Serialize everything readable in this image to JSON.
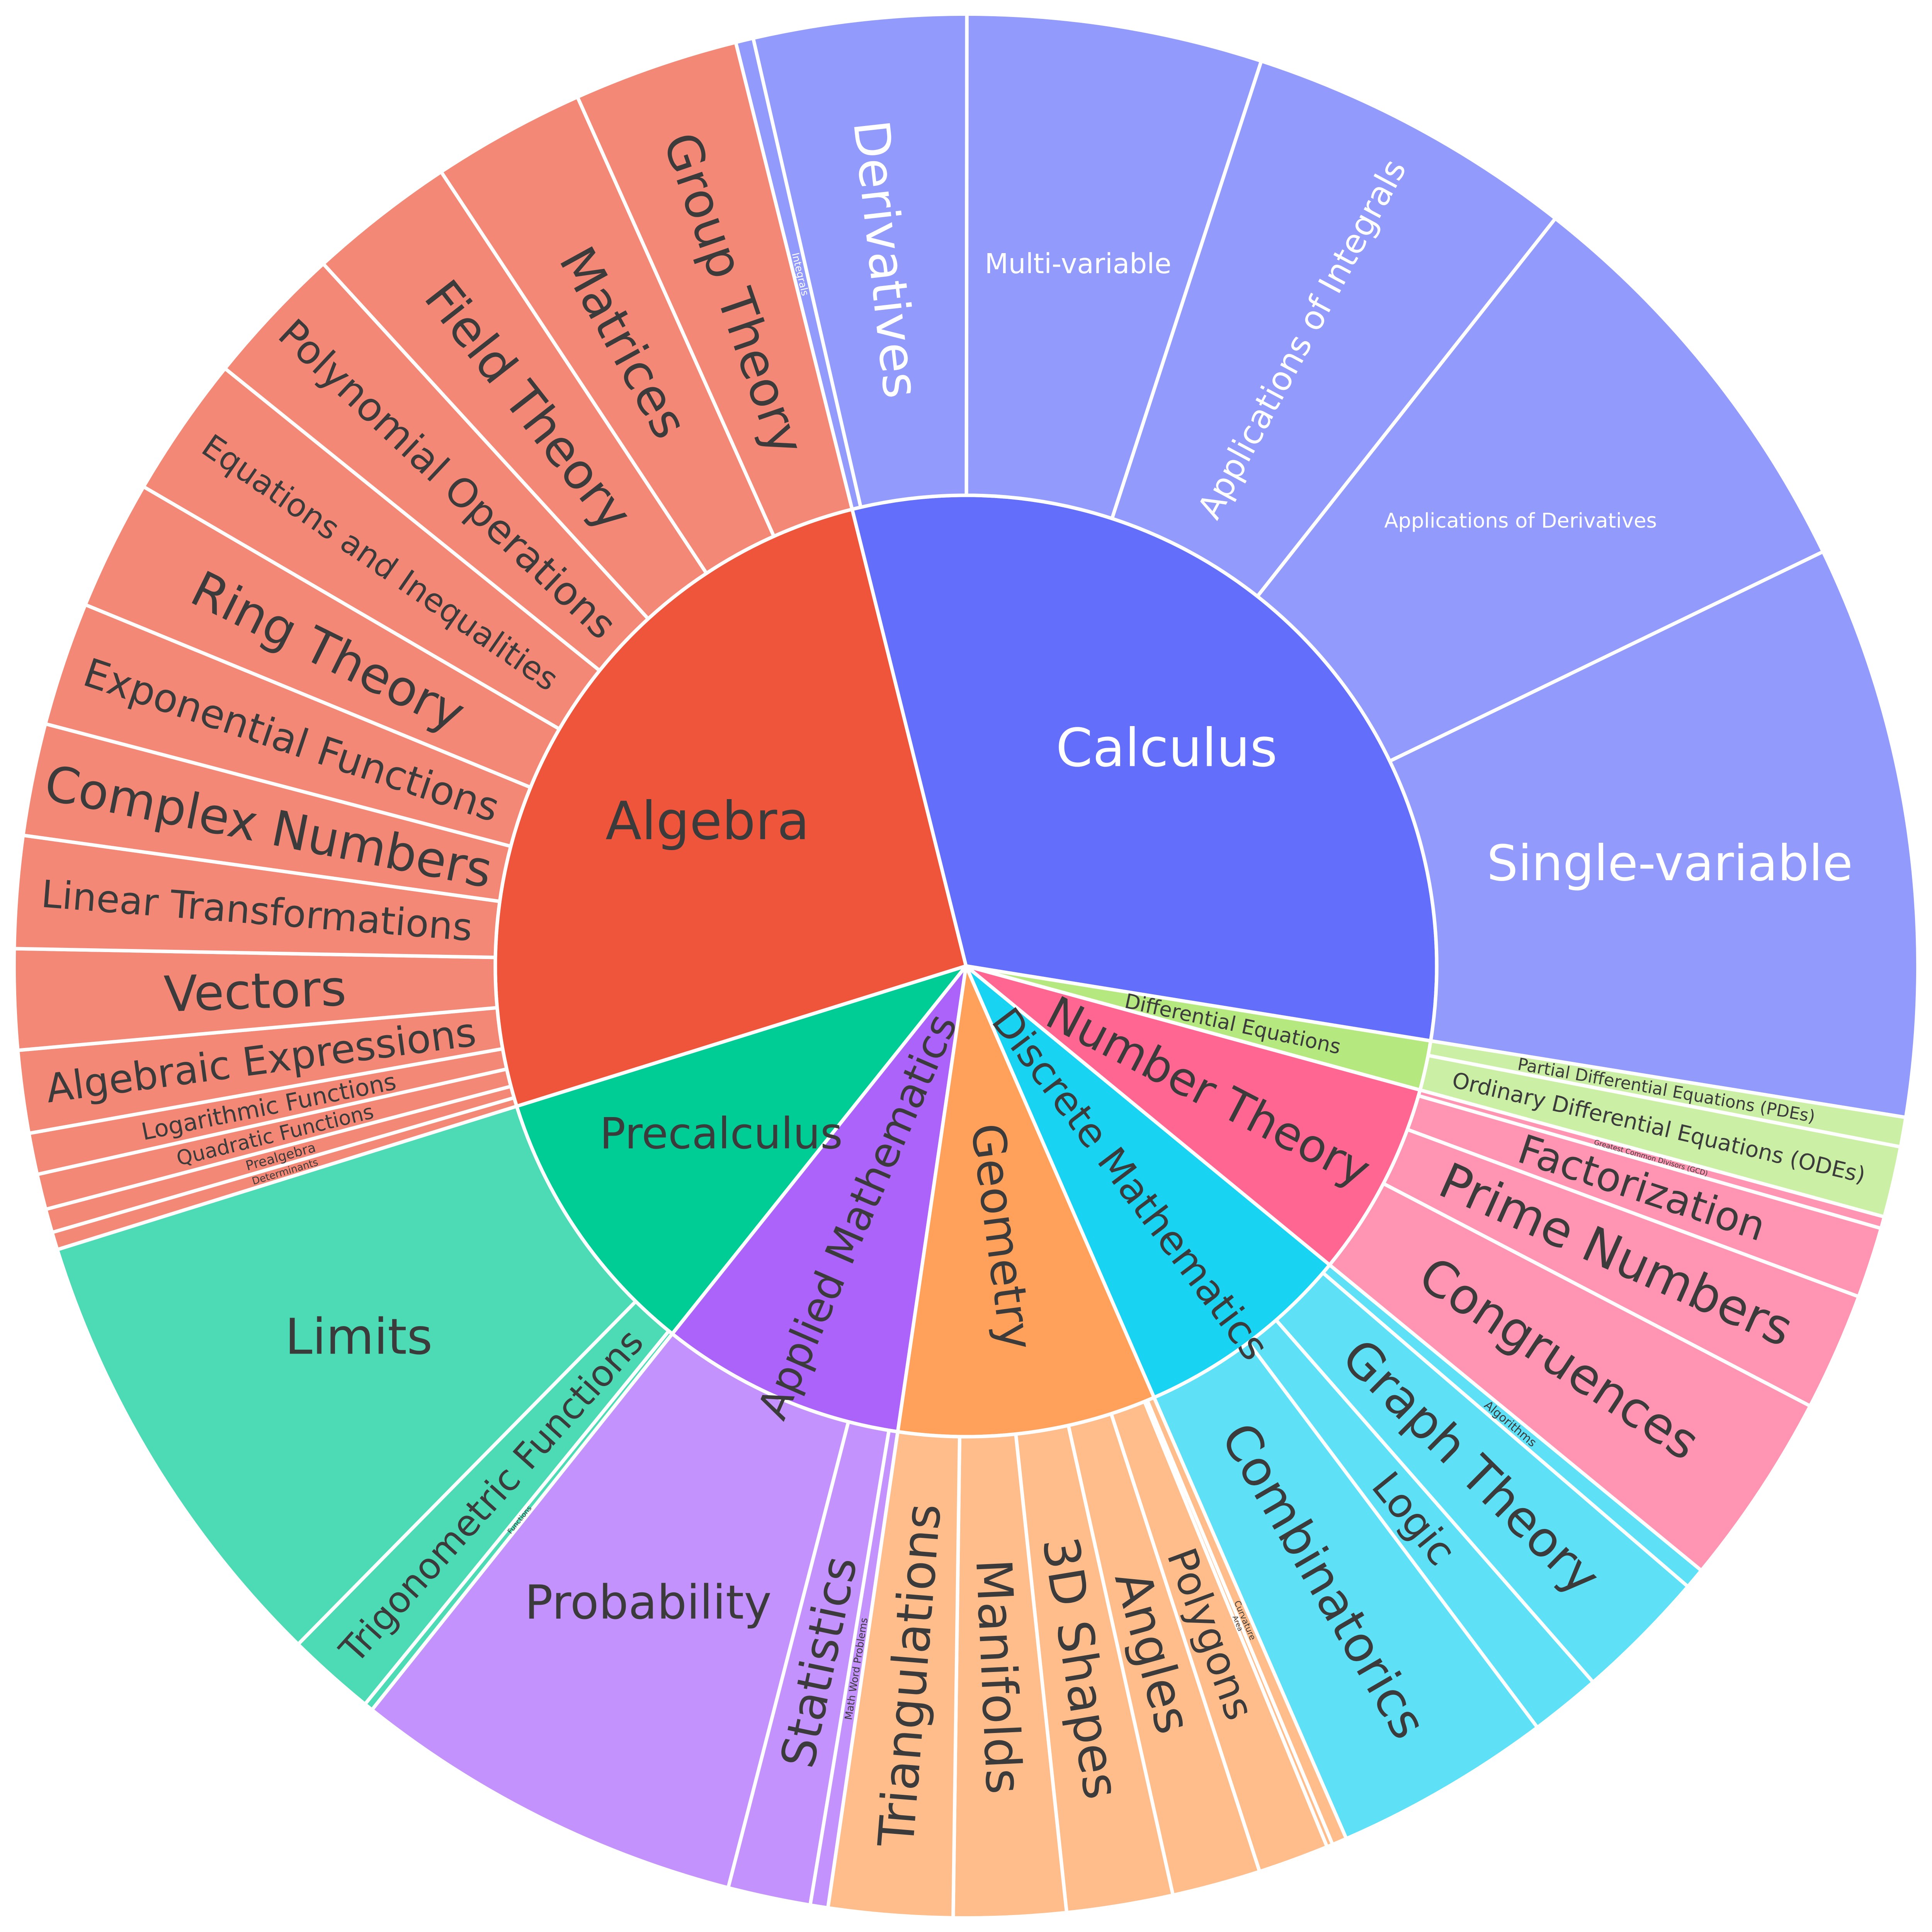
{
  "chart_data": {
    "type": "sunburst",
    "title": "",
    "value_unit": "percent_share",
    "direction": "clockwise",
    "start_angle_deg": -14,
    "background": "#ffffff",
    "divider_color": "#ffffff",
    "rings": [
      "topic",
      "subtopic"
    ],
    "segments": [
      {
        "label": "Calculus",
        "color": "#636EFA",
        "text_color": "#ffffff",
        "children": [
          {
            "label": "Integrals",
            "value": 0.3
          },
          {
            "label": "Derivatives",
            "value": 3.6
          },
          {
            "label": "Multi-variable",
            "value": 5.0
          },
          {
            "label": "Applications of Integrals",
            "value": 5.6
          },
          {
            "label": "Applications of Derivatives",
            "value": 7.2
          },
          {
            "label": "Single-variable",
            "value": 9.7
          }
        ]
      },
      {
        "label": "Differential Equations",
        "color": "#B6E880",
        "text_color": "#3b3b3b",
        "children": [
          {
            "label": "Partial Differential Equations (PDEs)",
            "value": 0.5
          },
          {
            "label": "Ordinary Differential Equations (ODEs)",
            "value": 1.2
          }
        ]
      },
      {
        "label": "Number Theory",
        "color": "#FF6692",
        "text_color": "#3b3b3b",
        "children": [
          {
            "label": "Greatest Common Divisors (GCD)",
            "value": 0.2
          },
          {
            "label": "Factorization",
            "value": 1.2
          },
          {
            "label": "Prime Numbers",
            "value": 2.0
          },
          {
            "label": "Congruences",
            "value": 3.3
          }
        ]
      },
      {
        "label": "Discrete Mathematics",
        "color": "#19D3F3",
        "text_color": "#3b3b3b",
        "children": [
          {
            "label": "Algorithms",
            "value": 0.35
          },
          {
            "label": "Graph Theory",
            "value": 2.25
          },
          {
            "label": "Logic",
            "value": 1.2
          },
          {
            "label": "Combinatorics",
            "value": 3.7
          }
        ]
      },
      {
        "label": "Geometry",
        "color": "#FFA15A",
        "text_color": "#3b3b3b",
        "children": [
          {
            "label": "Curvature",
            "value": 0.25
          },
          {
            "label": "Area",
            "value": 0.1
          },
          {
            "label": "Polygons",
            "value": 1.2
          },
          {
            "label": "Angles",
            "value": 1.5
          },
          {
            "label": "3D Shapes",
            "value": 1.8
          },
          {
            "label": "Manifolds",
            "value": 1.9
          },
          {
            "label": "Triangulations",
            "value": 2.1
          }
        ]
      },
      {
        "label": "Applied Mathematics",
        "color": "#AB63FA",
        "text_color": "#3b3b3b",
        "children": [
          {
            "label": "Math Word Problems",
            "value": 0.3
          },
          {
            "label": "Statistics",
            "value": 1.4
          },
          {
            "label": "Probability",
            "value": 6.7
          }
        ]
      },
      {
        "label": "Precalculus",
        "color": "#00CC96",
        "text_color": "#3b3b3b",
        "children": [
          {
            "label": "Functions",
            "value": 0.15
          },
          {
            "label": "Trigonometric Functions",
            "value": 1.5
          },
          {
            "label": "Limits",
            "value": 7.8
          }
        ]
      },
      {
        "label": "Algebra",
        "color": "#EF553B",
        "text_color": "#3b3b3b",
        "children": [
          {
            "label": "Determinants",
            "value": 0.3
          },
          {
            "label": "Prealgebra",
            "value": 0.4
          },
          {
            "label": "Quadratic Functions",
            "value": 0.6
          },
          {
            "label": "Logarithmic Functions",
            "value": 0.7
          },
          {
            "label": "Algebraic Expressions",
            "value": 1.4
          },
          {
            "label": "Vectors",
            "value": 1.7
          },
          {
            "label": "Linear Transformations",
            "value": 1.9
          },
          {
            "label": "Complex Numbers",
            "value": 1.9
          },
          {
            "label": "Exponential Functions",
            "value": 2.1
          },
          {
            "label": "Ring Theory",
            "value": 2.2
          },
          {
            "label": "Equations and Inequalities",
            "value": 2.4
          },
          {
            "label": "Polynomial Operations",
            "value": 2.4
          },
          {
            "label": "Field Theory",
            "value": 2.5
          },
          {
            "label": "Matrices",
            "value": 2.6
          },
          {
            "label": "Group Theory",
            "value": 2.8
          }
        ]
      }
    ]
  }
}
